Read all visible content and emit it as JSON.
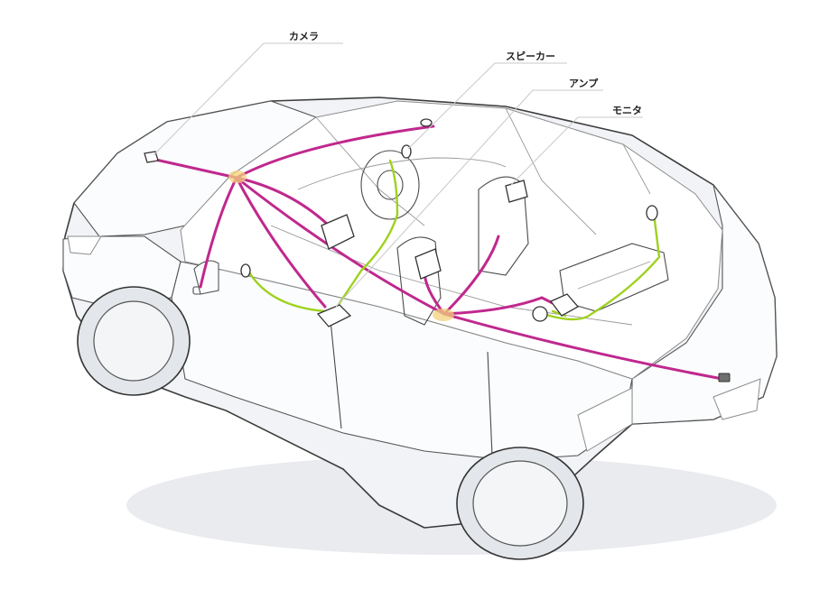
{
  "labels": {
    "camera": "カメラ",
    "speaker": "スピーカー",
    "amp": "アンプ",
    "monitor": "モニタ"
  },
  "colors": {
    "harness_main": "#c0288e",
    "harness_sub": "#9ed11e",
    "junction": "#f3d27a",
    "car_outline": "#3c3c3c"
  }
}
